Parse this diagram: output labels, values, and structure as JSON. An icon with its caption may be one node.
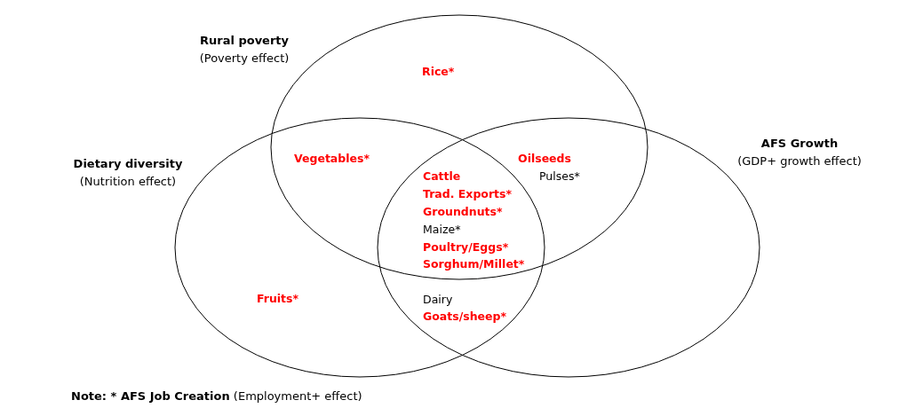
{
  "diagram": {
    "nodes": [
      {
        "text": [
          "Rural poverty",
          "(Poverty effect)"
        ]
      },
      {
        "text": [
          "Dietary diversity",
          "(Nutrition effect)"
        ]
      },
      {
        "text": [
          "AFS Growth",
          "(GDP+ growth effect)"
        ]
      }
    ],
    "labels": [
      "Rice*",
      "Vegetables*",
      "Oilseeds",
      "Cattle",
      "Pulses*",
      "Trad. Exports*",
      "Groundnuts*",
      "Maize*",
      "Poultry/Eggs*",
      "Sorghum/Millet*",
      "Fruits*",
      "Dairy",
      "Goats/sheep*",
      "**Note: * AFS Job Creation** (Employment+ effect)"
    ]
  }
}
